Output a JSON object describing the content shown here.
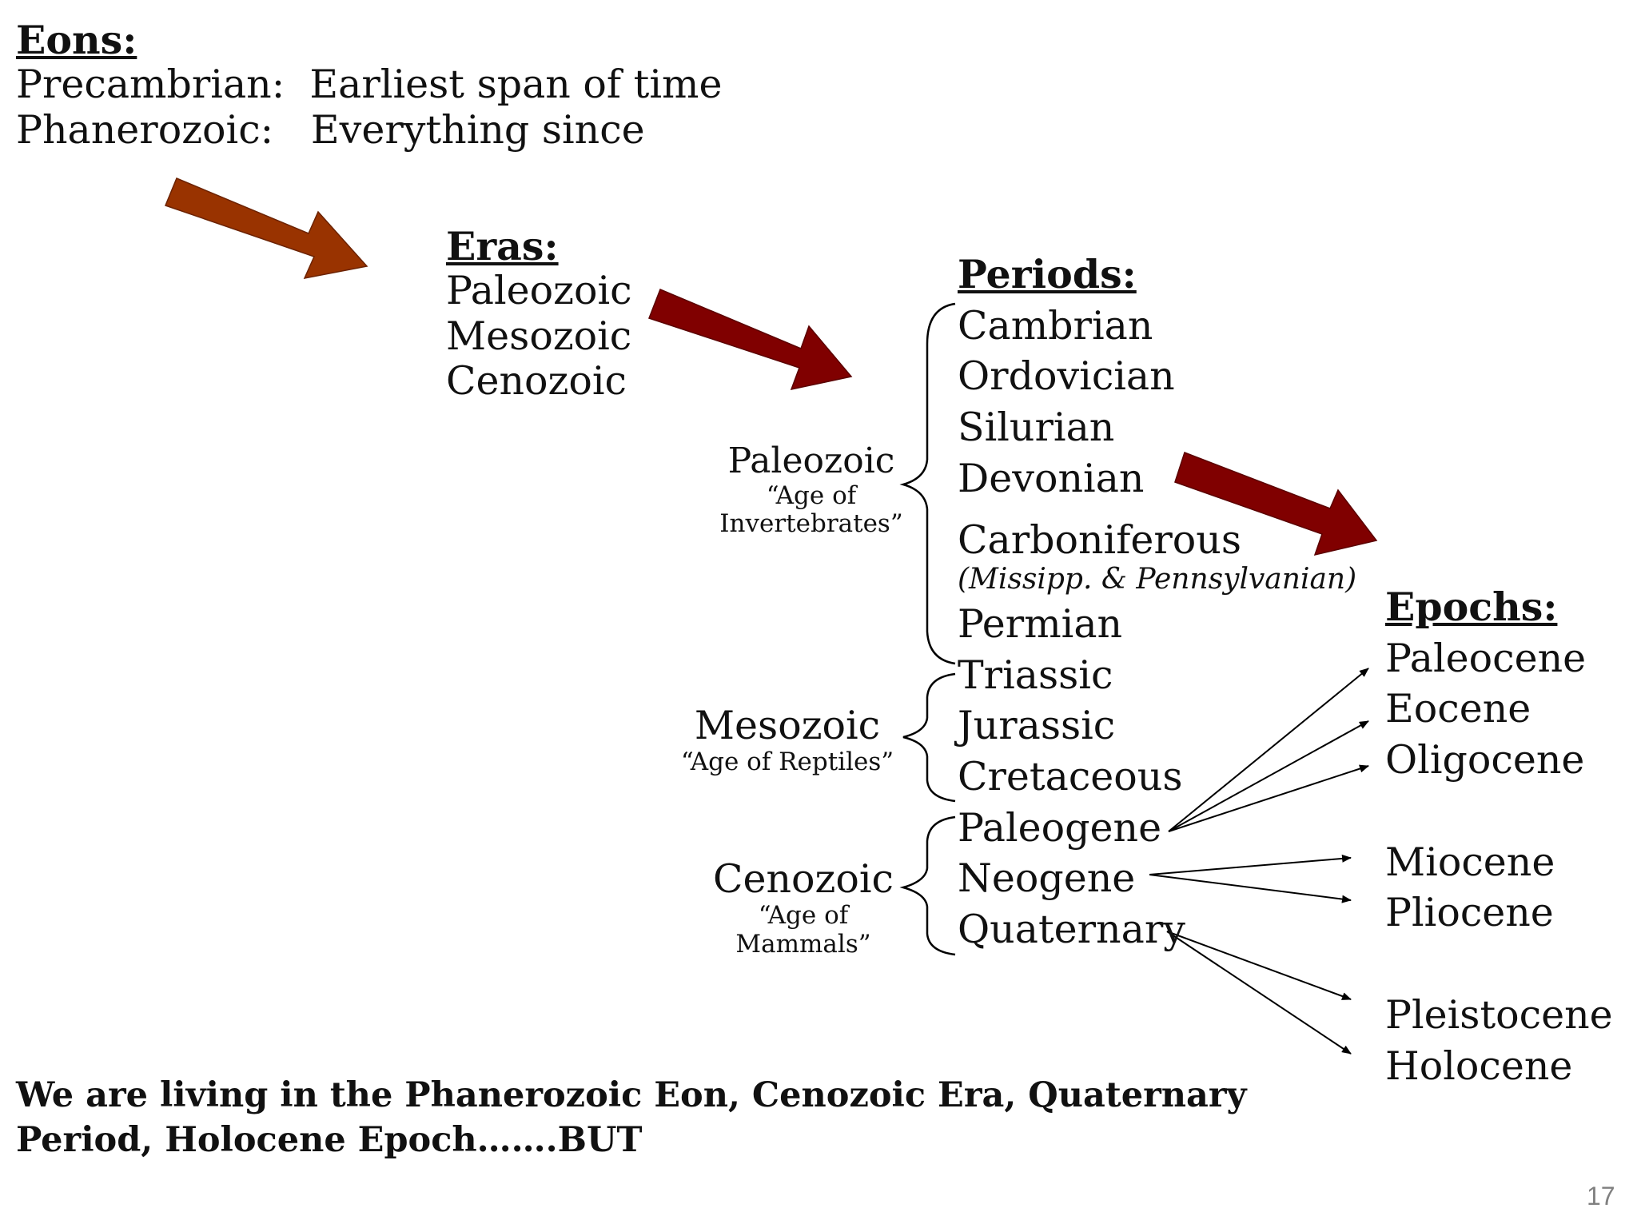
{
  "eons": {
    "heading": "Eons:",
    "lines": [
      "Precambrian:  Earliest span of time",
      "Phanerozoic:   Everything since"
    ]
  },
  "eras": {
    "heading": "Eras:",
    "items": [
      "Paleozoic",
      "Mesozoic",
      "Cenozoic"
    ]
  },
  "periods": {
    "heading": "Periods:",
    "items": [
      "Cambrian",
      "Ordovician",
      "Silurian",
      "Devonian",
      "Carboniferous"
    ],
    "carboniferous_note": "(Missipp. & Pennsylvanian)",
    "items_after": [
      "Permian",
      "Triassic",
      "Jurassic",
      "Cretaceous",
      "Paleogene",
      "Neogene",
      "Quaternary"
    ]
  },
  "era_groups": [
    {
      "name": "Paleozoic",
      "sub": [
        "“Age of",
        "Invertebrates”"
      ]
    },
    {
      "name": "Mesozoic",
      "sub": [
        "“Age of Reptiles”"
      ]
    },
    {
      "name": "Cenozoic",
      "sub": [
        "“Age of",
        "Mammals”"
      ]
    }
  ],
  "epochs": {
    "heading": "Epochs:",
    "items": [
      "Paleocene",
      "Eocene",
      "Oligocene",
      "Miocene",
      "Pliocene",
      "Pleistocene",
      "Holocene"
    ]
  },
  "footer": {
    "line1": "We are living in the Phanerozoic Eon, Cenozoic Era, Quaternary",
    "line2": "Period, Holocene Epoch…….BUT"
  },
  "page_number": "17",
  "colors": {
    "arrow1": "#993300",
    "arrow_dark": "#800000",
    "text": "#111111"
  }
}
